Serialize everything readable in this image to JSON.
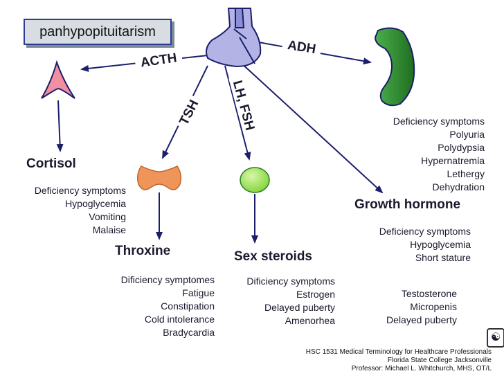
{
  "title": "panhypopituitarism",
  "arrow_labels": {
    "acth": "ACTH",
    "adh": "ADH",
    "tsh": "TSH",
    "lh_fsh": "LH, FSH"
  },
  "cortisol": {
    "heading": "Cortisol",
    "items": [
      "Deficiency symptoms",
      "Hypoglycemia",
      "Vomiting",
      "Malaise"
    ]
  },
  "thyroxine": {
    "heading": "Throxine",
    "items": [
      "Dificiency symptomes",
      "Fatigue",
      "Constipation",
      "Cold intolerance",
      "Bradycardia"
    ]
  },
  "sex_steroids": {
    "heading": "Sex steroids",
    "items": [
      "Dificiency symptoms",
      "Estrogen",
      "Delayed puberty",
      "Amenorhea"
    ]
  },
  "testosterone": {
    "items": [
      "Testosterone",
      "Micropenis",
      "Delayed puberty"
    ]
  },
  "adh": {
    "items": [
      "Deficiency symptoms",
      "Polyuria",
      "Polydypsia",
      "Hypernatremia",
      "Lethergy",
      "Dehydration"
    ]
  },
  "growth_hormone": {
    "heading": "Growth hormone",
    "items": [
      "Deficiency symptoms",
      "Hypoglycemia",
      "Short stature"
    ]
  },
  "footer": {
    "line1": "HSC 1531 Medical Terminology for Healthcare Professionals",
    "line2": "Florida State College Jacksonville",
    "line3": "Professor: Michael L. Whitchurch, MHS, OT/L"
  },
  "colors": {
    "pituitary": "#b3b3e6",
    "adrenal": "#f28fa3",
    "thyroid": "#f0955a",
    "gonad": "#9ee65a",
    "kidney": "#2f8a2f",
    "arrow": "#1a1f6b"
  }
}
